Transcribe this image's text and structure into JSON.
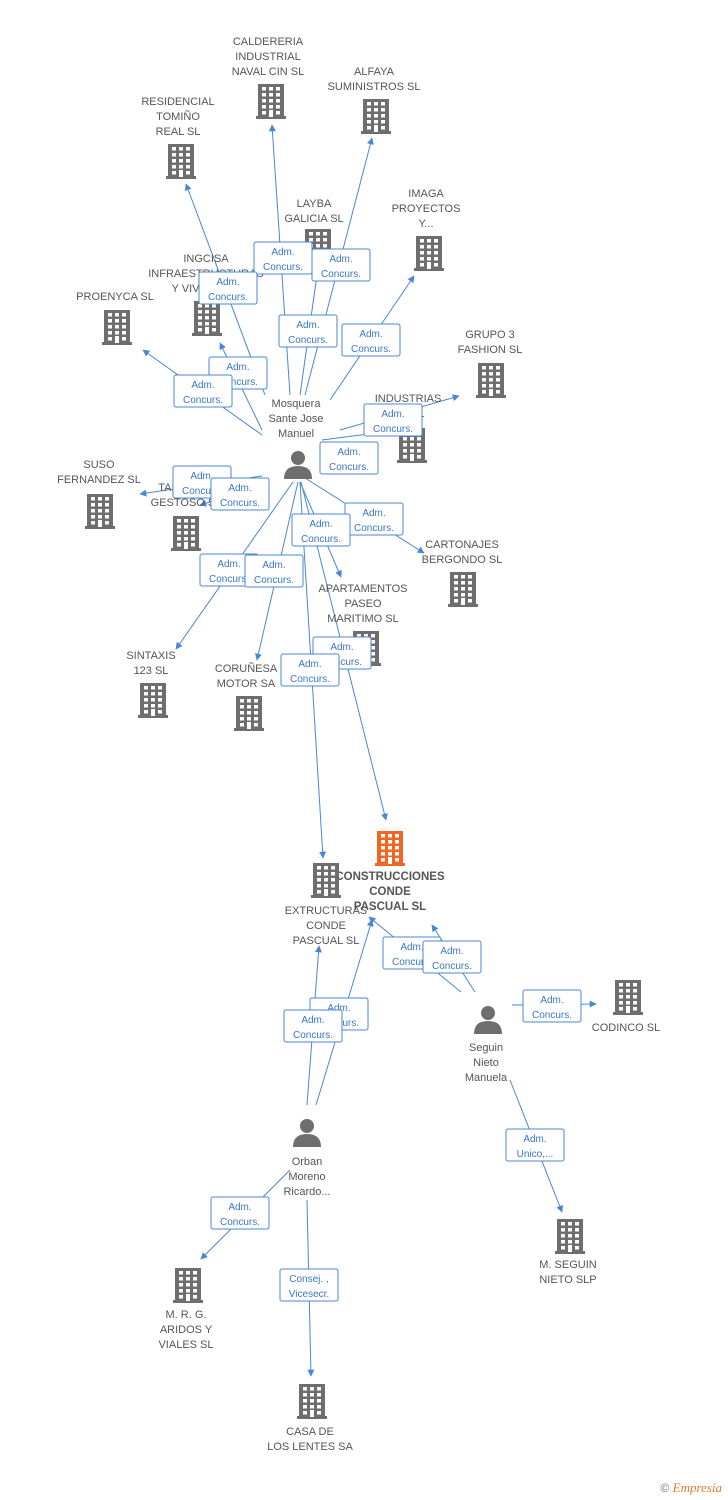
{
  "colors": {
    "building": "#6e6e6e",
    "focus_building": "#f26522",
    "person": "#6e6e6e",
    "edge": "#4a86d6"
  },
  "nodes": [
    {
      "id": "mosquera",
      "type": "person",
      "lines": [
        "Mosquera",
        "Sante Jose",
        "Manuel"
      ]
    },
    {
      "id": "seguin",
      "type": "person",
      "lines": [
        "Seguin",
        "Nieto",
        "Manuela"
      ]
    },
    {
      "id": "orban",
      "type": "person",
      "lines": [
        "Orban",
        "Moreno",
        "Ricardo..."
      ]
    },
    {
      "id": "construcciones",
      "type": "focus",
      "lines": [
        "CONSTRUCCIONES",
        "CONDE",
        "PASCUAL SL"
      ]
    },
    {
      "id": "extructuras",
      "type": "company",
      "lines": [
        "EXTRUCTURAS",
        "CONDE",
        "PASCUAL SL"
      ]
    },
    {
      "id": "caldereria",
      "type": "company",
      "lines": [
        "CALDERERIA",
        "INDUSTRIAL",
        "NAVAL CIN SL"
      ]
    },
    {
      "id": "alfaya",
      "type": "company",
      "lines": [
        "ALFAYA",
        "SUMINISTROS SL"
      ]
    },
    {
      "id": "residencial",
      "type": "company",
      "lines": [
        "RESIDENCIAL",
        "TOMIÑO",
        "REAL SL"
      ]
    },
    {
      "id": "layba",
      "type": "company",
      "lines": [
        "LAYBA",
        "GALICIA SL"
      ]
    },
    {
      "id": "imaga",
      "type": "company",
      "lines": [
        "IMAGA",
        "PROYECTOS",
        "Y..."
      ]
    },
    {
      "id": "ingcisa",
      "type": "company",
      "lines": [
        "INGCISA",
        "INFRAESTRUCTURAS",
        "Y VIVIENDAS"
      ]
    },
    {
      "id": "proenyca",
      "type": "company",
      "lines": [
        "PROENYCA SL"
      ]
    },
    {
      "id": "grupo3",
      "type": "company",
      "lines": [
        "GRUPO 3",
        "FASHION SL"
      ]
    },
    {
      "id": "industrias",
      "type": "company",
      "lines": [
        "INDUSTRIAS",
        "...Z SL"
      ]
    },
    {
      "id": "suso",
      "type": "company",
      "lines": [
        "SUSO",
        "FERNANDEZ SL"
      ]
    },
    {
      "id": "talleres",
      "type": "company",
      "lines": [
        "TALLERES",
        "GESTOSO SL"
      ]
    },
    {
      "id": "cartonajes",
      "type": "company",
      "lines": [
        "CARTONAJES",
        "BERGONDO SL"
      ]
    },
    {
      "id": "apartamentos",
      "type": "company",
      "lines": [
        "APARTAMENTOS",
        "PASEO",
        "MARITIMO SL"
      ]
    },
    {
      "id": "sintaxis",
      "type": "company",
      "lines": [
        "SINTAXIS",
        "123 SL"
      ]
    },
    {
      "id": "corunesa",
      "type": "company",
      "lines": [
        "CORUÑESA",
        "MOTOR SA"
      ]
    },
    {
      "id": "codinco",
      "type": "company",
      "lines": [
        "CODINCO SL"
      ]
    },
    {
      "id": "mseguin",
      "type": "company",
      "lines": [
        "M. SEGUIN",
        "NIETO SLP"
      ]
    },
    {
      "id": "mrg",
      "type": "company",
      "lines": [
        "M. R. G.",
        "ARIDOS Y",
        "VIALES SL"
      ]
    },
    {
      "id": "casa",
      "type": "company",
      "lines": [
        "CASA DE",
        "LOS LENTES SA"
      ]
    }
  ],
  "edges": [
    {
      "from": "mosquera",
      "to": "caldereria",
      "label": [
        "Adm.",
        "Concurs."
      ]
    },
    {
      "from": "mosquera",
      "to": "alfaya",
      "label": [
        "Adm.",
        "Concurs."
      ]
    },
    {
      "from": "mosquera",
      "to": "residencial",
      "label": [
        "Adm.",
        "Concurs."
      ]
    },
    {
      "from": "mosquera",
      "to": "layba",
      "label": [
        "Adm.",
        "Concurs."
      ]
    },
    {
      "from": "mosquera",
      "to": "imaga",
      "label": [
        "Adm.",
        "Concurs."
      ]
    },
    {
      "from": "mosquera",
      "to": "ingcisa",
      "label": [
        "Adm.",
        "Concurs."
      ]
    },
    {
      "from": "mosquera",
      "to": "proenyca",
      "label": [
        "Adm.",
        "Concurs."
      ]
    },
    {
      "from": "mosquera",
      "to": "industrias",
      "label": [
        "Adm.",
        "Concurs."
      ]
    },
    {
      "from": "mosquera",
      "to": "grupo3",
      "label": [
        "Adm.",
        "Concurs."
      ]
    },
    {
      "from": "mosquera",
      "to": "suso",
      "label": [
        "Adm.",
        "Concurs."
      ]
    },
    {
      "from": "mosquera",
      "to": "talleres",
      "label": [
        "Adm.",
        "Concurs."
      ]
    },
    {
      "from": "mosquera",
      "to": "cartonajes",
      "label": [
        "Adm.",
        "Concurs."
      ]
    },
    {
      "from": "mosquera",
      "to": "apartamentos",
      "label": [
        "Adm.",
        "Concurs."
      ]
    },
    {
      "from": "mosquera",
      "to": "sintaxis",
      "label": [
        "Adm.",
        "Concurs."
      ]
    },
    {
      "from": "mosquera",
      "to": "corunesa",
      "label": [
        "Adm.",
        "Concurs."
      ]
    },
    {
      "from": "mosquera",
      "to": "construcciones",
      "label": [
        "Adm.",
        "Concurs."
      ]
    },
    {
      "from": "mosquera",
      "to": "extructuras",
      "label": [
        "Adm.",
        "Concurs."
      ]
    },
    {
      "from": "seguin",
      "to": "construcciones",
      "label": [
        "Adm.",
        "Concurs."
      ]
    },
    {
      "from": "seguin",
      "to": "construcciones",
      "label": [
        "Adm.",
        "Concurs."
      ]
    },
    {
      "from": "seguin",
      "to": "codinco",
      "label": [
        "Adm.",
        "Concurs."
      ]
    },
    {
      "from": "seguin",
      "to": "mseguin",
      "label": [
        "Adm.",
        "Unico,..."
      ]
    },
    {
      "from": "orban",
      "to": "construcciones",
      "label": [
        "Adm.",
        "Concurs."
      ]
    },
    {
      "from": "orban",
      "to": "extructuras",
      "label": [
        "Adm.",
        "Concurs."
      ]
    },
    {
      "from": "orban",
      "to": "mrg",
      "label": [
        "Adm.",
        "Concurs."
      ]
    },
    {
      "from": "orban",
      "to": "casa",
      "label": [
        "Consej. ,",
        "Vicesecr."
      ]
    }
  ],
  "footer": {
    "copyright": "©",
    "brand": "Empresia"
  }
}
